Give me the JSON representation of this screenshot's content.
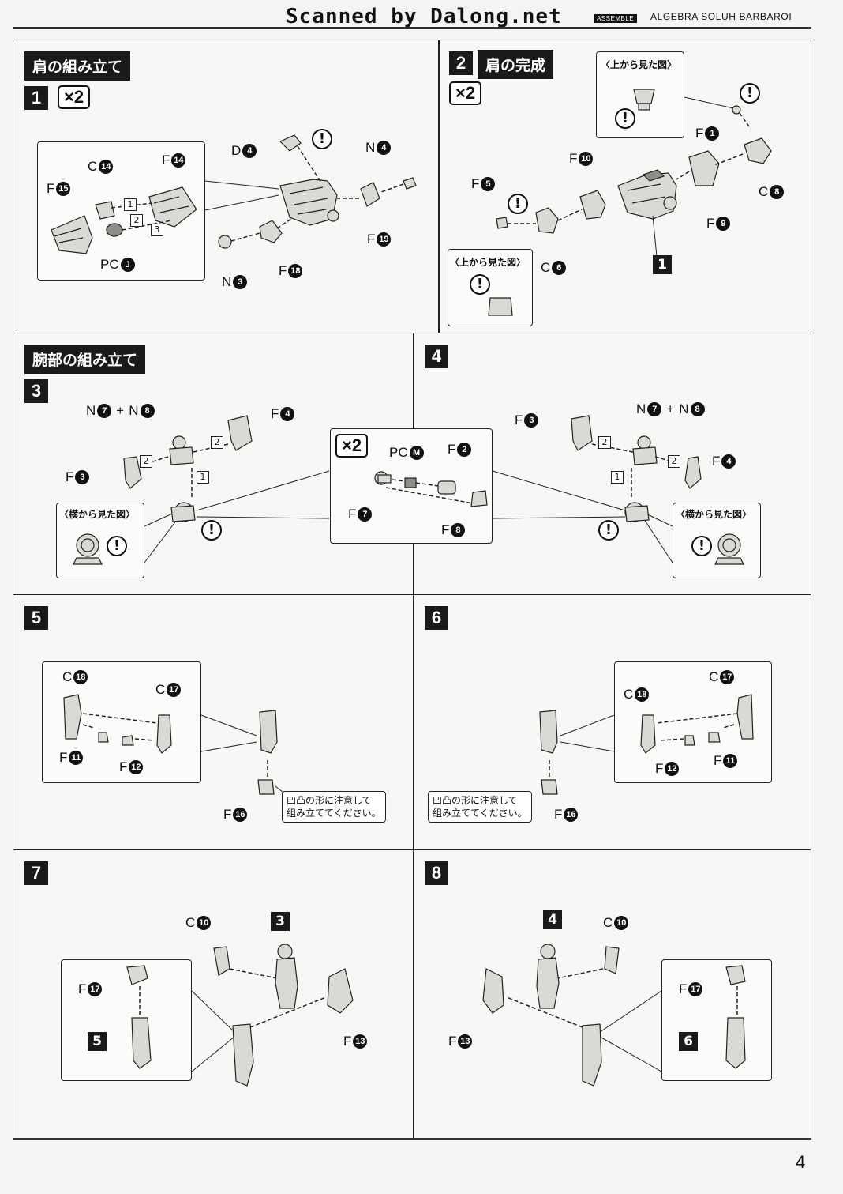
{
  "header": {
    "scan_credit": "Scanned by Dalong.net",
    "assemble_tag": "ASSEMBLE",
    "series_title": "ALGEBRA SOLUH BARBAROI"
  },
  "page_number": "4",
  "sections": {
    "shoulder_assembly": "肩の組み立て",
    "shoulder_complete": "肩の完成",
    "arm_assembly": "腕部の組み立て"
  },
  "captions": {
    "top_view": "〈上から見た図〉",
    "side_view": "〈横から見た図〉",
    "shape_note_line1": "凹凸の形に注意して",
    "shape_note_line2": "組み立ててください。"
  },
  "warning_glyph": "!",
  "steps": {
    "s1": {
      "number": "1",
      "multiplier": "×2"
    },
    "s2": {
      "number": "2",
      "multiplier": "×2"
    },
    "s3": {
      "number": "3"
    },
    "s4": {
      "number": "4"
    },
    "s5": {
      "number": "5"
    },
    "s6": {
      "number": "6"
    },
    "s7": {
      "number": "7"
    },
    "s8": {
      "number": "8"
    },
    "sub_multiplier": "×2"
  },
  "sequence": [
    "1",
    "2",
    "3"
  ],
  "step_refs": {
    "one": "1",
    "three": "3",
    "four": "4",
    "five": "5",
    "six": "6"
  },
  "parts": {
    "s1": [
      {
        "runner": "D",
        "num": "4"
      },
      {
        "runner": "N",
        "num": "4"
      },
      {
        "runner": "C",
        "num": "14"
      },
      {
        "runner": "F",
        "num": "14"
      },
      {
        "runner": "F",
        "num": "15"
      },
      {
        "runner": "PC",
        "num": "J"
      },
      {
        "runner": "F",
        "num": "19"
      },
      {
        "runner": "N",
        "num": "3"
      },
      {
        "runner": "F",
        "num": "18"
      }
    ],
    "s2": [
      {
        "runner": "F",
        "num": "1"
      },
      {
        "runner": "F",
        "num": "10"
      },
      {
        "runner": "C",
        "num": "8"
      },
      {
        "runner": "F",
        "num": "5"
      },
      {
        "runner": "F",
        "num": "9"
      },
      {
        "runner": "C",
        "num": "6"
      }
    ],
    "s3": [
      {
        "runner": "N",
        "num": "7"
      },
      {
        "runner": "N",
        "num": "8"
      },
      {
        "runner": "F",
        "num": "4"
      },
      {
        "runner": "F",
        "num": "3"
      }
    ],
    "sub": [
      {
        "runner": "PC",
        "num": "M"
      },
      {
        "runner": "F",
        "num": "2"
      },
      {
        "runner": "F",
        "num": "7"
      },
      {
        "runner": "F",
        "num": "8"
      }
    ],
    "s4": [
      {
        "runner": "F",
        "num": "3"
      },
      {
        "runner": "N",
        "num": "7"
      },
      {
        "runner": "N",
        "num": "8"
      },
      {
        "runner": "F",
        "num": "4"
      }
    ],
    "s5": [
      {
        "runner": "C",
        "num": "18"
      },
      {
        "runner": "C",
        "num": "17"
      },
      {
        "runner": "F",
        "num": "11"
      },
      {
        "runner": "F",
        "num": "12"
      },
      {
        "runner": "F",
        "num": "16"
      }
    ],
    "s6": [
      {
        "runner": "C",
        "num": "17"
      },
      {
        "runner": "C",
        "num": "18"
      },
      {
        "runner": "F",
        "num": "12"
      },
      {
        "runner": "F",
        "num": "11"
      },
      {
        "runner": "F",
        "num": "16"
      }
    ],
    "s7": [
      {
        "runner": "C",
        "num": "10"
      },
      {
        "runner": "F",
        "num": "17"
      },
      {
        "runner": "F",
        "num": "13"
      }
    ],
    "s8": [
      {
        "runner": "C",
        "num": "10"
      },
      {
        "runner": "F",
        "num": "17"
      },
      {
        "runner": "F",
        "num": "13"
      }
    ]
  },
  "colors": {
    "ink": "#111111",
    "paper": "#f4f4f2",
    "part_fill": "#d9d9d6",
    "dark_part": "#8d8d8a"
  }
}
